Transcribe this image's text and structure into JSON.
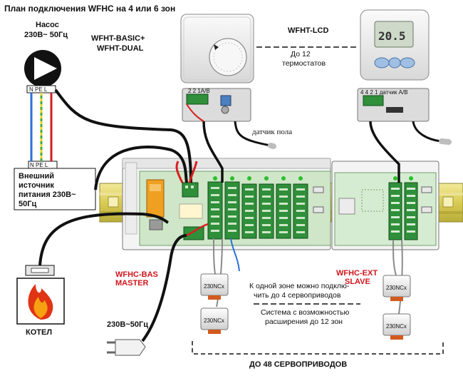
{
  "title": "План подключения WFHC  на 4 или 6 зон",
  "pump": {
    "label_line1": "Насос",
    "label_line2": "230В~ 50Гц",
    "terminal_top": "N  PE  L",
    "terminal_bottom": "N  PE  L"
  },
  "power_supply": {
    "line1": "Внешний",
    "line2": "источник",
    "line3": "питания 230В~",
    "line4": "50Гц"
  },
  "thermostat_analog": {
    "model_line1": "WFHT-BASIC+",
    "model_line2": "WFHT-DUAL",
    "terminal_label": "2 2 1A/B",
    "sensor_label": "датчик пола"
  },
  "thermostat_lcd": {
    "model": "WFHT-LCD",
    "display_value": "20.5",
    "count_line1": "До 12",
    "count_line2": "термостатов",
    "terminal_label": "4 4 2 1 датчик A/B"
  },
  "master_module": {
    "line1": "WFHC-BAS",
    "line2": "MASTER"
  },
  "slave_module": {
    "line1": "WFHC-EXT",
    "line2": "SLAVE"
  },
  "actuator_label": "230NCx",
  "notes": {
    "zone_line1": "К одной зоне можно подклю-",
    "zone_line2": "чить до 4 сервоприводов",
    "system_line1": "Система с возможностью",
    "system_line2": "расширения до 12 зон"
  },
  "boiler_label": "КОТЕЛ",
  "mains_label": "230В~50Гц",
  "total_label": "ДО 48 СЕРВОПРИВОДОВ",
  "colors": {
    "wire_black": "#111111",
    "wire_red": "#d81e1e",
    "wire_blue": "#2b6fd6",
    "wire_green": "#4aa83a",
    "wire_yellow": "#e6d52a",
    "accent_red": "#d0151b",
    "board_green": "#cfe6c8",
    "terminal_green": "#2f8f3a",
    "relay_orange": "#f0a020"
  }
}
